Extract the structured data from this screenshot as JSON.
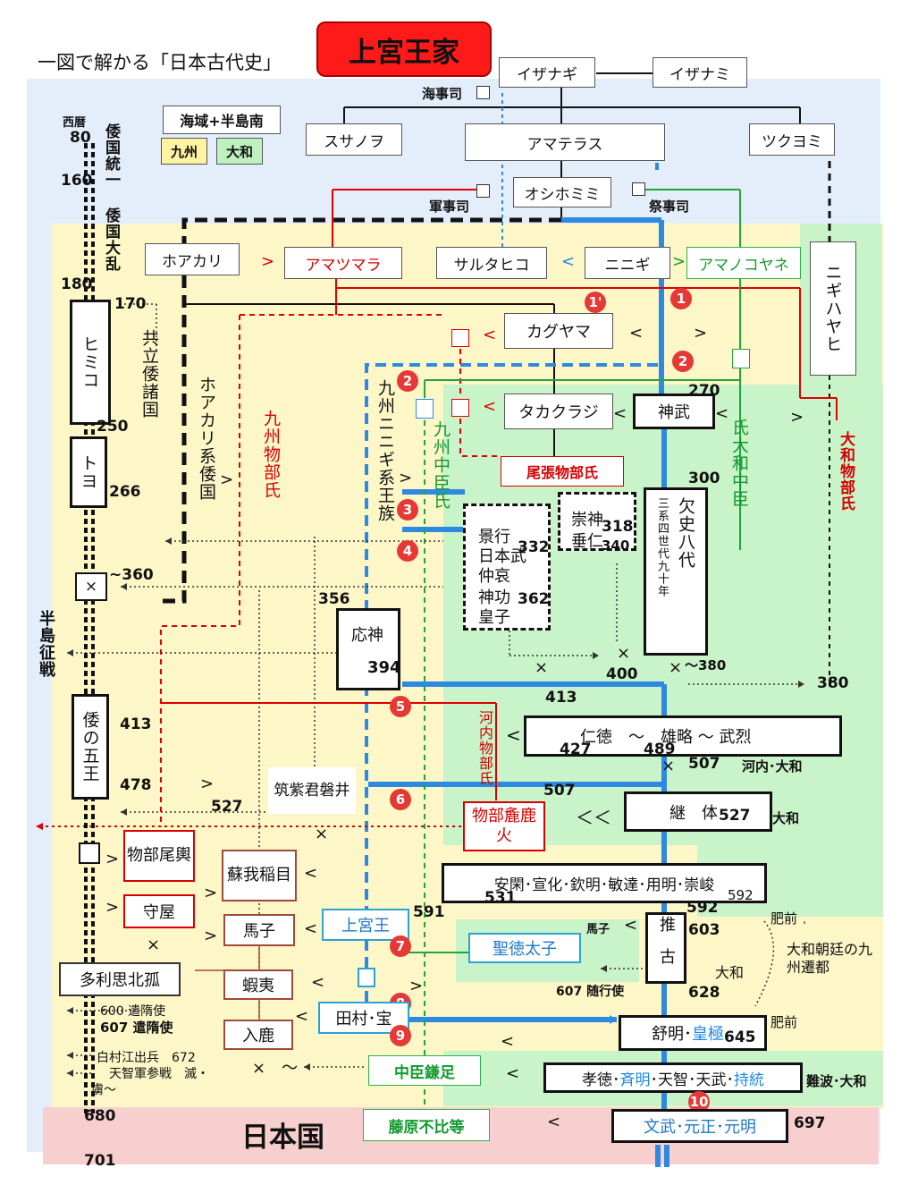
{
  "title": "一図で解かる「日本古代史」",
  "house": "上宮王家",
  "legend": {
    "sea": "海域+半島南",
    "kyushu": "九州",
    "yamato": "大和"
  },
  "gods": {
    "izanagi": "イザナギ",
    "izanami": "イザナミ",
    "susanoo": "スサノヲ",
    "amaterasu": "アマテラス",
    "tsukuyomi": "ツクヨミ",
    "oshihomimi": "オシホミミ",
    "ninigi": "ニニギ"
  },
  "offices": {
    "kaiji": "海事司",
    "gunji": "軍事司",
    "saiji": "祭事司"
  },
  "left": {
    "seireki": "西暦",
    "y80": "80",
    "y160": "160",
    "y180": "180",
    "y250": "250",
    "y266": "266",
    "y360": "~360",
    "y413": "413",
    "y478": "478",
    "y527": "527",
    "y600": "600 遣隋使",
    "y607": "607 遣隋使",
    "y672": "白村江出兵　672",
    "tenji": "天智軍参戦　滅・",
    "ro": "虜〜",
    "y680": "680",
    "y701": "701",
    "y170": "170",
    "unify": "倭国統一",
    "turmoil": "倭国大乱",
    "himiko": "ヒミコ",
    "toyo": "トヨ",
    "gonoou": "倭の五王",
    "tarishi": "多利思北孤",
    "hanto": "半島征戦",
    "kyoritsu": "共立倭諸国",
    "hoakarikei": "ホアカリ系倭国"
  },
  "clans": {
    "hoakari": "ホアカリ",
    "amatsumara": "アマツマラ",
    "sarutahiko": "サルタヒコ",
    "amanokoyane": "アマノコヤネ",
    "nigihayahi": "ニギハヤヒ",
    "kaguyama": "カグヤマ",
    "takakuraji": "タカクラジ",
    "jimmu": "神武",
    "owari": "尾張物部氏",
    "kyushu_mononobe": "九州物部氏",
    "kyushu_ninigi": "九州ニニギ系王族",
    "kyushu_nakatomi": "九州中臣氏",
    "yamato_nakatomi": "氏大和中臣",
    "yamato_mononobe": "大和物部氏",
    "kesshi": "欠史八代",
    "kesshi_sub": "三系四世代九十年",
    "kawachi_mononobe": "河内物部氏"
  },
  "rulers": {
    "keiko": "景行",
    "yamatotakeru": "日本武",
    "chuai": "仲哀",
    "jingu": "神功",
    "oji": "皇子",
    "sujin": "崇神",
    "suinin": "垂仁",
    "ojin": "応神",
    "nintoku": "仁徳　〜　雄略 〜 武烈",
    "keitai": "継　体",
    "ankan": "安閑･宣化･欽明･敏達･用明･崇峻",
    "suiko": "推古",
    "jomei": "舒明･",
    "kogyoku": "皇極",
    "kotoku": "孝徳･",
    "saimei": "斉明",
    "tenji": "･天智･天武･",
    "jito": "持統",
    "mommu": "文武･元正･元明"
  },
  "people": {
    "iwai": "筑紫君磐井",
    "arakabi": "物部麁鹿火",
    "okoshi": "物部尾輿",
    "moriya": "守屋",
    "iname": "蘇我稲目",
    "umako": "馬子",
    "emishi": "蝦夷",
    "iruka": "入鹿",
    "jogu": "上宮王",
    "shotoku": "聖徳太子",
    "tamura": "田村･宝",
    "kamatari": "中臣鎌足",
    "fuhito": "藤原不比等",
    "umako_small": "馬子"
  },
  "years": {
    "n270": "270",
    "n300": "300",
    "n318": "318",
    "n340": "340",
    "n332": "332",
    "n362": "362",
    "n356": "356",
    "n394": "394",
    "n400": "400",
    "n380a": "〜380",
    "n380b": "380",
    "n413": "413",
    "n427": "427",
    "n489": "489",
    "n507a": "507",
    "n507b": "507",
    "n527": "527",
    "n531": "531",
    "n592a": "592",
    "n592b": "592",
    "n603": "603",
    "n591": "591",
    "n607": "607 随行使",
    "n628": "628",
    "n645": "645",
    "n697": "697"
  },
  "regions": {
    "kawachi_yamato": "河内･大和",
    "yamato1": "大和",
    "hizen1": "肥前",
    "yamato2": "大和",
    "hizen2": "肥前",
    "naniwa": "難波･大和",
    "sento": "大和朝廷の九州遷都"
  },
  "nihon": "日本国",
  "markers": {
    "m1a": "1'",
    "m1": "1",
    "m2a": "2",
    "m2b": "2",
    "m3": "3",
    "m4": "4",
    "m5": "5",
    "m6": "6",
    "m7": "7",
    "m8": "8",
    "m9": "9",
    "m10": "10"
  },
  "colors": {
    "yellow_zone": "#fdf7c6",
    "green_zone": "#c8f5c8",
    "blue_zone": "#e3eefc",
    "pink_zone": "#f7d0d0",
    "red_line": "#e00000",
    "blue_line": "#2d8ae0",
    "green_line": "#1fa53a"
  }
}
